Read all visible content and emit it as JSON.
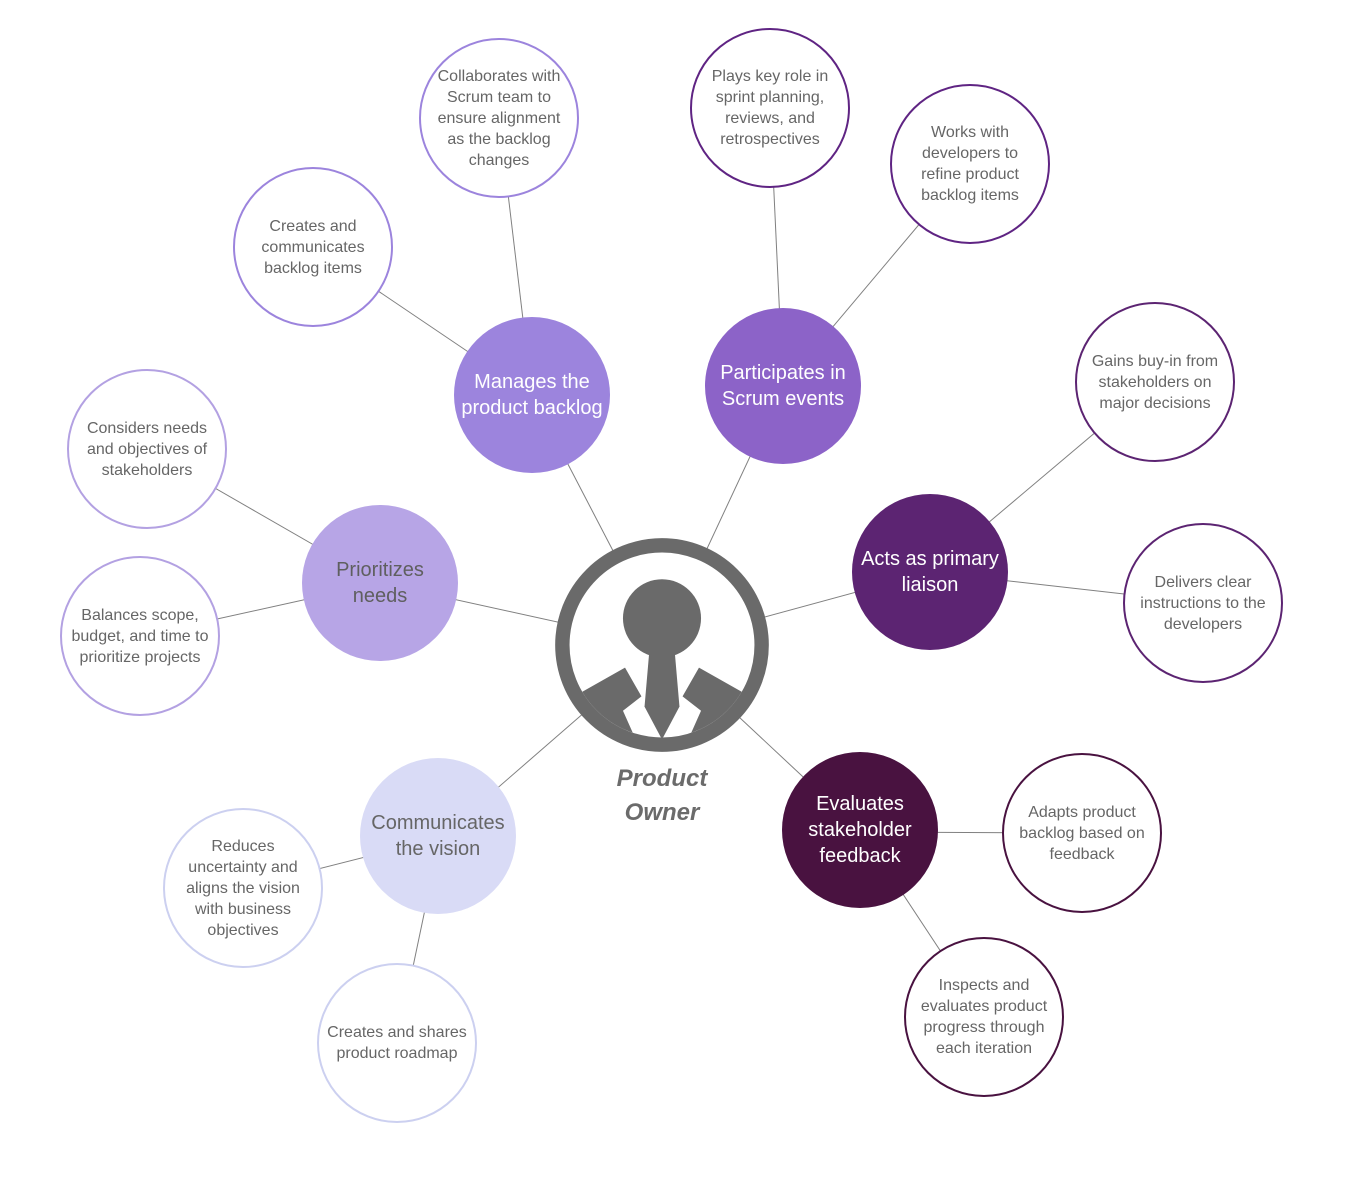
{
  "diagram": {
    "title": "Product Owner responsibilities mind map",
    "background": "#ffffff",
    "line_color": "#808080",
    "satellite_text_color": "#666666",
    "center": {
      "label": "Product Owner",
      "icon": "person-icon",
      "icon_color": "#6a6a6a",
      "label_color": "#6b6b6b"
    },
    "branches": [
      {
        "id": "manages-the-product-backlog",
        "label": "Manages the product backlog",
        "fill": "#9c84dd",
        "text_color": "#ffffff",
        "satellite_border": "#9c84dd",
        "satellites": [
          "Creates and communicates backlog items",
          "Collaborates with Scrum team to ensure alignment as the backlog changes"
        ]
      },
      {
        "id": "participates-in-scrum-events",
        "label": "Participates in Scrum events",
        "fill": "#8c63c8",
        "text_color": "#ffffff",
        "satellite_border": "#5f2483",
        "satellites": [
          "Plays key role in sprint planning, reviews, and retrospectives",
          "Works with developers to refine product backlog items"
        ]
      },
      {
        "id": "acts-as-primary-liaison",
        "label": "Acts as primary liaison",
        "fill": "#5c2472",
        "text_color": "#ffffff",
        "satellite_border": "#5c2472",
        "satellites": [
          "Gains buy-in from stakeholders on major decisions",
          "Delivers clear instructions to the developers"
        ]
      },
      {
        "id": "evaluates-stakeholder-feedback",
        "label": "Evaluates stakeholder feedback",
        "fill": "#491240",
        "text_color": "#ffffff",
        "satellite_border": "#491240",
        "satellites": [
          "Adapts product backlog based on feedback",
          "Inspects and evaluates product progress through each iteration"
        ]
      },
      {
        "id": "communicates-the-vision",
        "label": "Communicates the vision",
        "fill": "#d9dbf6",
        "text_color": "#666666",
        "satellite_border": "#ccd0f0",
        "satellites": [
          "Reduces uncertainty and aligns the vision with business objectives",
          "Creates and shares product roadmap"
        ]
      },
      {
        "id": "prioritizes-needs",
        "label": "Prioritizes needs",
        "fill": "#b7a5e6",
        "text_color": "#5f5f5f",
        "satellite_border": "#b3a1e2",
        "satellites": [
          "Considers needs and objectives of stakeholders",
          "Balances scope, budget, and time to prioritize projects"
        ]
      }
    ]
  }
}
